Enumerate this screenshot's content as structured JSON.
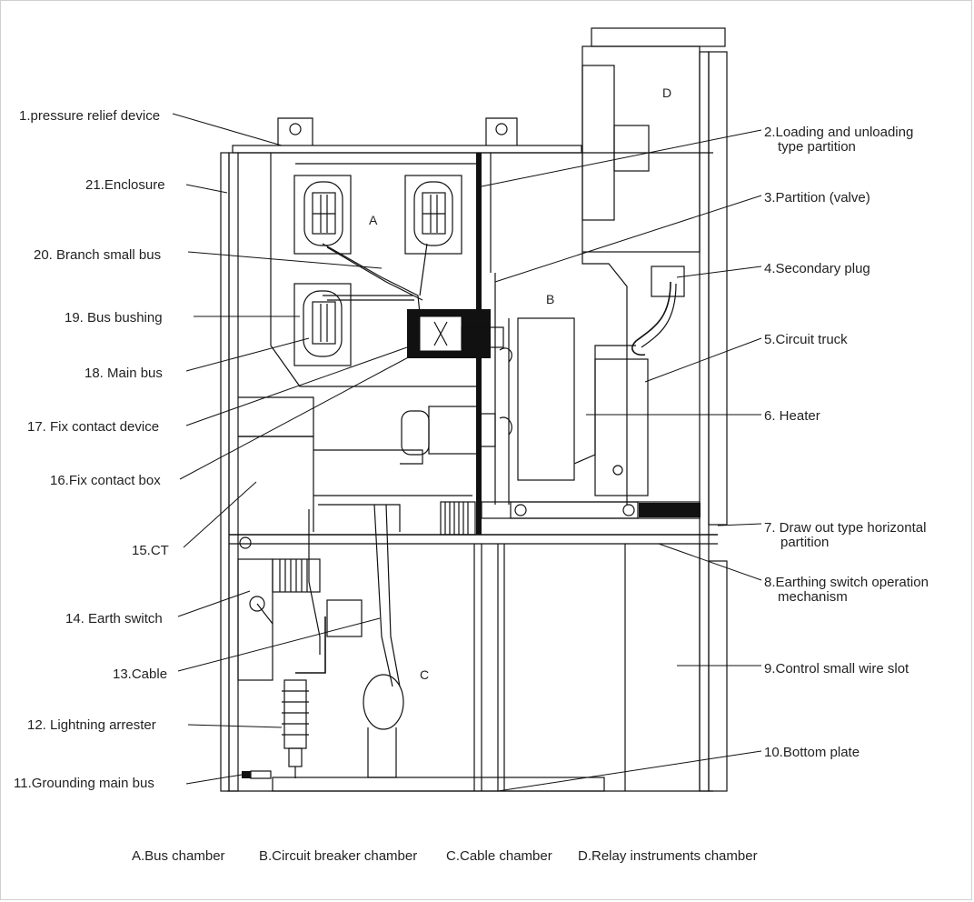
{
  "labels_left": [
    "1.pressure relief device",
    "21.Enclosure",
    "20. Branch small bus",
    "19. Bus bushing",
    "18. Main bus",
    "17. Fix contact device",
    "16.Fix contact box",
    "15.CT",
    "14. Earth switch",
    "13.Cable",
    "12. Lightning arrester",
    "11.Grounding main bus"
  ],
  "labels_right": [
    [
      "2.Loading and unloading",
      "type partition"
    ],
    [
      "3.Partition  (valve)"
    ],
    [
      "4.Secondary plug"
    ],
    [
      "5.Circuit truck"
    ],
    [
      "6. Heater"
    ],
    [
      "7. Draw out type horizontal",
      "partition"
    ],
    [
      "8.Earthing switch operation",
      "mechanism"
    ],
    [
      "9.Control small wire slot"
    ],
    [
      "10.Bottom plate"
    ]
  ],
  "zones": [
    "A",
    "B",
    "C",
    "D"
  ],
  "legend": [
    "A.Bus chamber",
    "B.Circuit breaker chamber",
    "C.Cable chamber",
    "D.Relay instruments chamber"
  ]
}
